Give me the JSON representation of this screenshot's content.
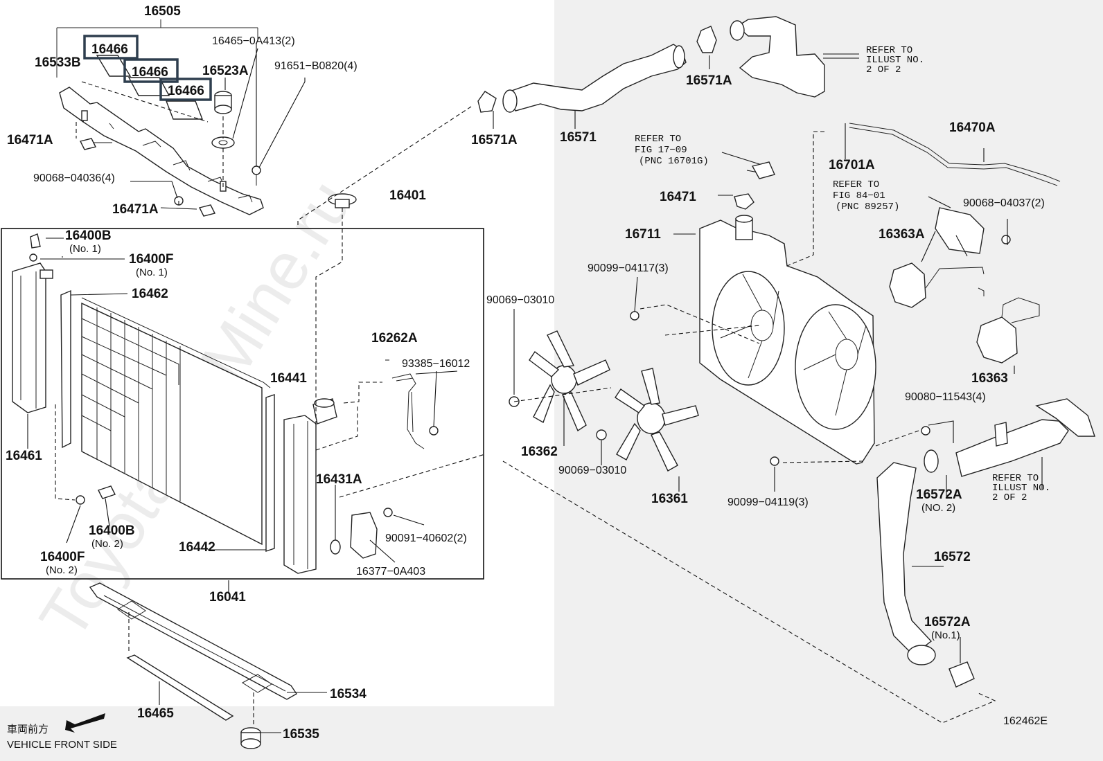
{
  "watermark": "ToyotaCarMine.ru",
  "diagram_code": "162462E",
  "front_side": {
    "jp": "車両前方",
    "en": "VEHICLE FRONT SIDE"
  },
  "labels": {
    "p16505": "16505",
    "p16533B": "16533B",
    "p16466a": "16466",
    "p16466b": "16466",
    "p16466c": "16466",
    "p16465_0A413": "16465−0A413(2)",
    "p16523A": "16523A",
    "p91651": "91651−B0820(4)",
    "p16471A_top": "16471A",
    "p90068_04036": "90068−04036(4)",
    "p16471A_bot": "16471A",
    "p16400B_1": "16400B",
    "no1_a": "(No. 1)",
    "p16400F_1": "16400F",
    "no1_b": "(No. 1)",
    "p16462": "16462",
    "p16461": "16461",
    "p16401": "16401",
    "p16441": "16441",
    "p16262A": "16262A",
    "p93385": "93385−16012",
    "p16431A": "16431A",
    "p16400B_2": "16400B",
    "no2_a": "(No. 2)",
    "p16400F_2": "16400F",
    "no2_b": "(No. 2)",
    "p16442": "16442",
    "p90091": "90091−40602(2)",
    "p16377": "16377−0A403",
    "p16041": "16041",
    "p16534": "16534",
    "p16465": "16465",
    "p16535": "16535",
    "p16571A_a": "16571A",
    "p16571": "16571",
    "p16571A_b": "16571A",
    "refer_a": [
      "REFER TO",
      "ILLUST NO.",
      "2 OF 2"
    ],
    "refer_fig17": [
      "REFER TO",
      "FIG 17−09",
      "(PNC 16701G)"
    ],
    "p16470A": "16470A",
    "p16701A": "16701A",
    "refer_fig84": [
      "REFER TO",
      "FIG 84−01",
      "(PNC 89257)"
    ],
    "p90068_04037": "90068−04037(2)",
    "p16471": "16471",
    "p16711": "16711",
    "p16363A": "16363A",
    "p90099_04117": "90099−04117(3)",
    "p90069_a": "90069−03010",
    "p16363": "16363",
    "p90080": "90080−11543(4)",
    "p16362": "16362",
    "p90069_b": "90069−03010",
    "p16361": "16361",
    "p90099_04119": "90099−04119(3)",
    "p16572A_2": "16572A",
    "no2_c": "(NO. 2)",
    "refer_b": [
      "REFER TO",
      "ILLUST NO.",
      "2 OF 2"
    ],
    "p16572": "16572",
    "p16572A_1": "16572A",
    "no1_c": "(No.1)"
  }
}
